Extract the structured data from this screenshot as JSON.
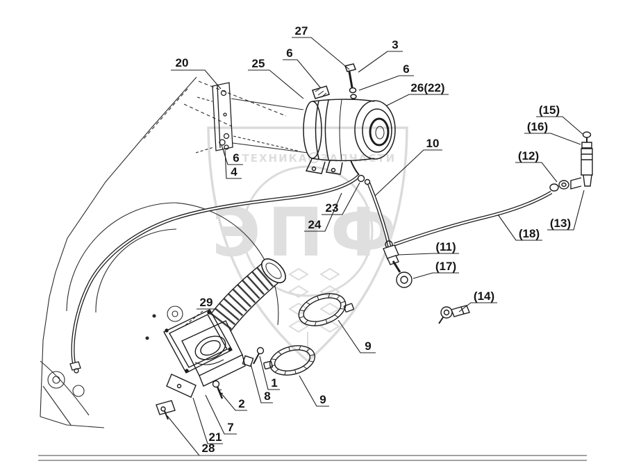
{
  "diagram": {
    "background": "#ffffff",
    "line_color": "#1c1c1c",
    "watermark_color": "#bcbcbc"
  },
  "watermark": {
    "top_left": "ТЕХНИКА",
    "top_right": "ЗАПЧАСТИ",
    "main": "ЭПФ"
  },
  "callouts": {
    "c20": "20",
    "c27": "27",
    "c3": "3",
    "c6a": "6",
    "c25": "25",
    "c6b": "6",
    "c26": "26(22)",
    "c15": "(15)",
    "c16": "(16)",
    "c12": "(12)",
    "c10": "10",
    "c6c": "6",
    "c4": "4",
    "c23": "23",
    "c24": "24",
    "c18": "(18)",
    "c13": "(13)",
    "c11": "(11)",
    "c17": "(17)",
    "c14": "(14)",
    "c9a": "9",
    "c29": "29",
    "c1": "1",
    "c8": "8",
    "c2": "2",
    "c9b": "9",
    "c7": "7",
    "c21": "21",
    "c28": "28"
  }
}
